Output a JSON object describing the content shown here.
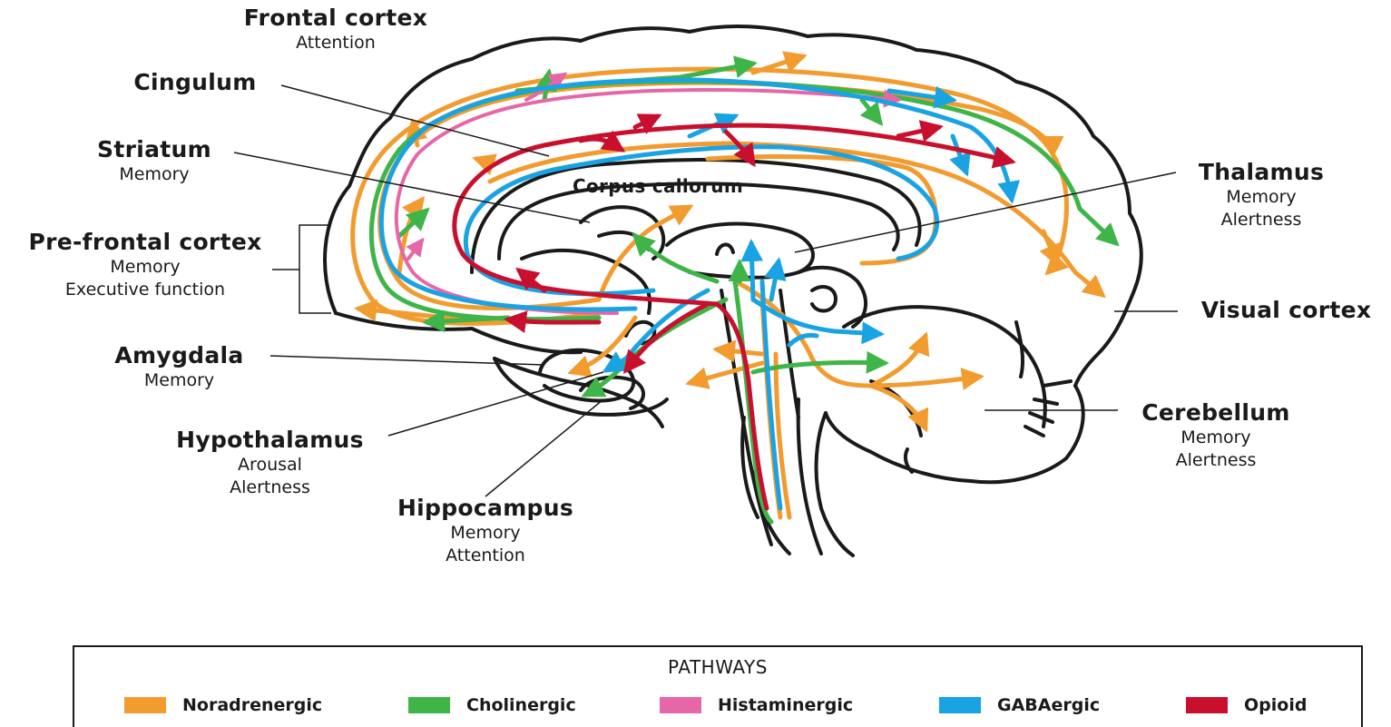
{
  "labels": {
    "frontal": {
      "title": "Frontal cortex",
      "sub": [
        "Attention"
      ]
    },
    "cingulum": {
      "title": "Cingulum",
      "sub": []
    },
    "striatum": {
      "title": "Striatum",
      "sub": [
        "Memory"
      ]
    },
    "prefrontal": {
      "title": "Pre-frontal cortex",
      "sub": [
        "Memory",
        "Executive function"
      ]
    },
    "amygdala": {
      "title": "Amygdala",
      "sub": [
        "Memory"
      ]
    },
    "hypothalamus": {
      "title": "Hypothalamus",
      "sub": [
        "Arousal",
        "Alertness"
      ]
    },
    "hippocampus": {
      "title": "Hippocampus",
      "sub": [
        "Memory",
        "Attention"
      ]
    },
    "corpus": {
      "title": "Corpus callorum",
      "sub": []
    },
    "thalamus": {
      "title": "Thalamus",
      "sub": [
        "Memory",
        "Alertness"
      ]
    },
    "visual": {
      "title": "Visual cortex",
      "sub": []
    },
    "cerebellum": {
      "title": "Cerebellum",
      "sub": [
        "Memory",
        "Alertness"
      ]
    }
  },
  "legend": {
    "title": "PATHWAYS",
    "items": [
      {
        "name": "Noradrenergic",
        "color": "#f29b2e"
      },
      {
        "name": "Cholinergic",
        "color": "#3fb549"
      },
      {
        "name": "Histaminergic",
        "color": "#e667a8"
      },
      {
        "name": "GABAergic",
        "color": "#1aa3e3"
      },
      {
        "name": "Opioid",
        "color": "#c8102e"
      }
    ]
  }
}
